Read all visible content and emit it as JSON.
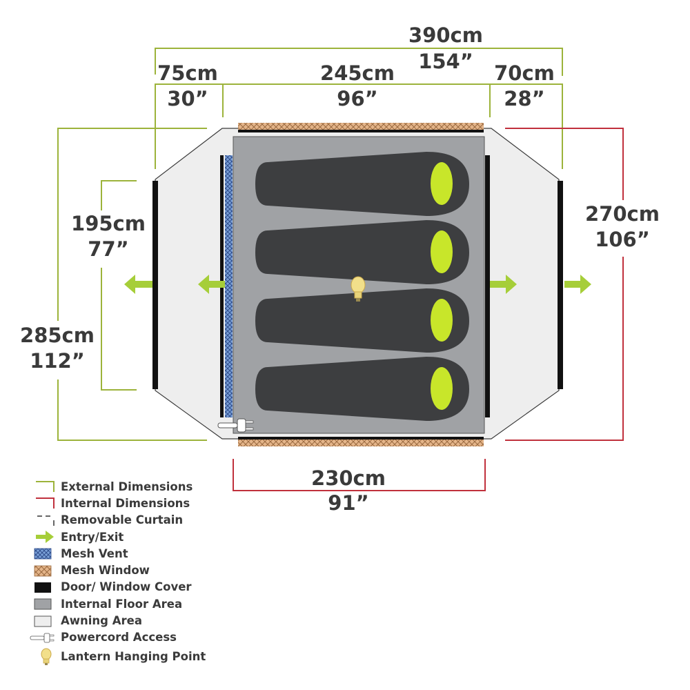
{
  "dimensions": {
    "external_width": {
      "cm": "390cm",
      "in": "154”"
    },
    "left_awning": {
      "cm": "75cm",
      "in": "30”"
    },
    "inner_width": {
      "cm": "245cm",
      "in": "96”"
    },
    "right_awning": {
      "cm": "70cm",
      "in": "28”"
    },
    "left_door": {
      "cm": "195cm",
      "in": "77”"
    },
    "external_depth": {
      "cm": "285cm",
      "in": "112”"
    },
    "internal_depth": {
      "cm": "270cm",
      "in": "106”"
    },
    "internal_width": {
      "cm": "230cm",
      "in": "91”"
    }
  },
  "legend": [
    {
      "icon": "external-dimensions-icon",
      "label": "External Dimensions"
    },
    {
      "icon": "internal-dimensions-icon",
      "label": "Internal Dimensions"
    },
    {
      "icon": "removable-curtain-icon",
      "label": "Removable Curtain"
    },
    {
      "icon": "entry-exit-arrow-icon",
      "label": "Entry/Exit"
    },
    {
      "icon": "mesh-vent-icon",
      "label": "Mesh Vent"
    },
    {
      "icon": "mesh-window-icon",
      "label": "Mesh Window"
    },
    {
      "icon": "door-window-cover-icon",
      "label": "Door/ Window Cover"
    },
    {
      "icon": "internal-floor-area-icon",
      "label": "Internal Floor Area"
    },
    {
      "icon": "awning-area-icon",
      "label": "Awning Area"
    },
    {
      "icon": "powercord-access-icon",
      "label": "Powercord Access"
    },
    {
      "icon": "lantern-hanging-point-icon",
      "label": "Lantern Hanging Point"
    }
  ],
  "colors": {
    "external": "#9cb33a",
    "internal": "#c0303c",
    "entry_arrow": "#a6ce39",
    "floor": "#a0a2a5",
    "awning": "#eeeeee",
    "sleeping_bag": "#3d3e40",
    "pillow": "#c8e62a",
    "cover": "#111111"
  }
}
